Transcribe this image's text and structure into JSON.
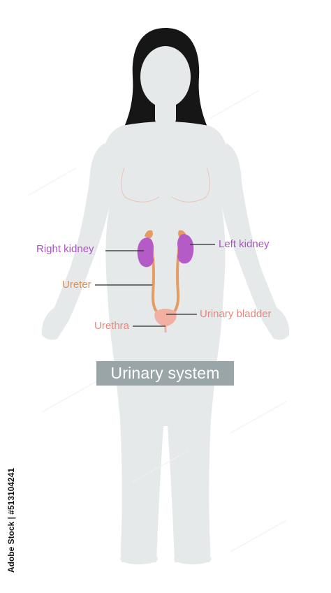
{
  "title": "Urinary system",
  "labels": {
    "right_kidney": "Right kidney",
    "left_kidney": "Left kidney",
    "ureter": "Ureter",
    "urinary_bladder": "Urinary bladder",
    "urethra": "Urethra"
  },
  "watermark": "Adobe Stock | #513104241",
  "colors": {
    "body": "#e6e9ea",
    "hair": "#161616",
    "kidney": "#b55bc8",
    "ureter": "#e59c62",
    "bladder": "#f1b0a2",
    "kidney_label": "#a855c0",
    "ureter_label": "#e08f4e",
    "bladder_label": "#e6877b",
    "title_bg": "#9aa5a8",
    "title_text": "#ffffff",
    "leader_line": "#2a2a2a"
  }
}
